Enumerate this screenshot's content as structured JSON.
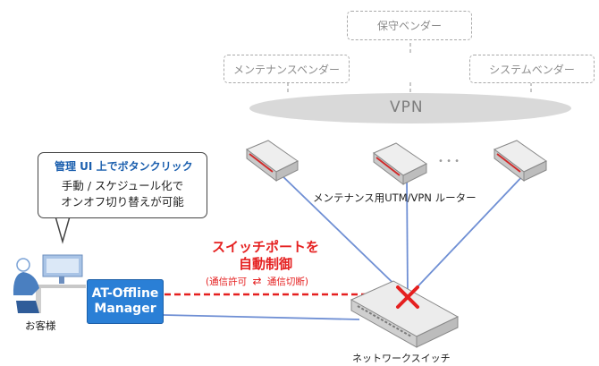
{
  "vendors": {
    "maintenance_vendor": "保守ベンダー",
    "maintenance_service_vendor": "メンテナンスベンダー",
    "system_vendor": "システムベンダー"
  },
  "vpn": {
    "label": "VPN"
  },
  "routers": {
    "label": "メンテナンス用UTM/VPN ルーター",
    "ellipsis": "• • •"
  },
  "callout": {
    "title": "管理 UI 上でボタンクリック",
    "line1": "手動 / スケジュール化で",
    "line2": "オンオフ切り替えが可能"
  },
  "customer": {
    "label": "お客様"
  },
  "manager": {
    "line1": "AT-Offline",
    "line2": "Manager"
  },
  "switch_control": {
    "title_line1": "スイッチポートを",
    "title_line2": "自動制御",
    "sub_left": "(通信許可",
    "sub_right": "通信切断)"
  },
  "switch": {
    "label": "ネットワークスイッチ"
  },
  "colors": {
    "accent_blue": "#2a7fd6",
    "alert_red": "#e52020",
    "line_blue": "#6f8fd4"
  }
}
